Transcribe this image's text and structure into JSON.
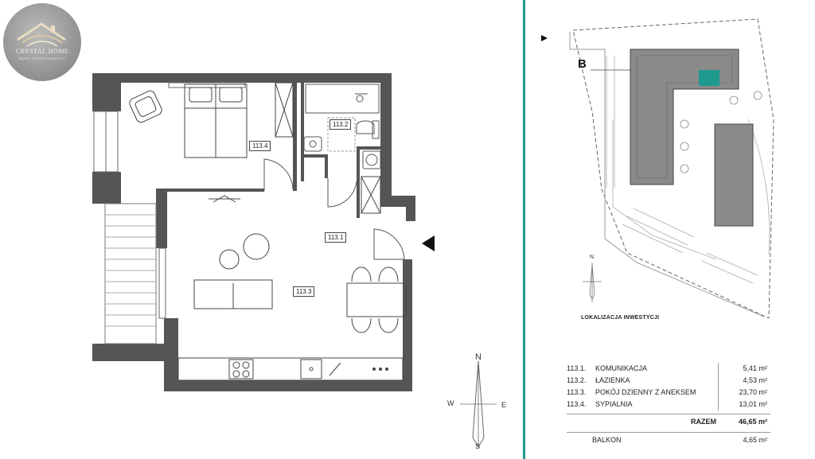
{
  "logo": {
    "name": "CRYSTAL HOME",
    "tagline": "BIURO NIERUCHOMOŚCI"
  },
  "plan": {
    "labels": {
      "corridor": "113.1",
      "bathroom": "113.2",
      "living": "113.3",
      "bedroom": "113.4"
    },
    "compass": {
      "n": "N",
      "s": "S",
      "e": "E",
      "w": "W"
    }
  },
  "site": {
    "building_letter": "B",
    "caption": "LOKALIZACJA INWESTYCJI",
    "compass_n": "N",
    "highlight_color": "#1e9a8e"
  },
  "rooms": [
    {
      "num": "113.1.",
      "name": "KOMUNIKACJA",
      "area": "5,41 m²"
    },
    {
      "num": "113.2.",
      "name": "ŁAZIENKA",
      "area": "4,53 m²"
    },
    {
      "num": "113.3.",
      "name": "POKÓJ DZIENNY Z ANEKSEM",
      "area": "23,70 m²"
    },
    {
      "num": "113.4.",
      "name": "SYPIALNIA",
      "area": "13,01 m²"
    }
  ],
  "total": {
    "label": "RAZEM",
    "area": "46,65 m²"
  },
  "balcony": {
    "label": "BALKON",
    "area": "4,65 m²"
  }
}
